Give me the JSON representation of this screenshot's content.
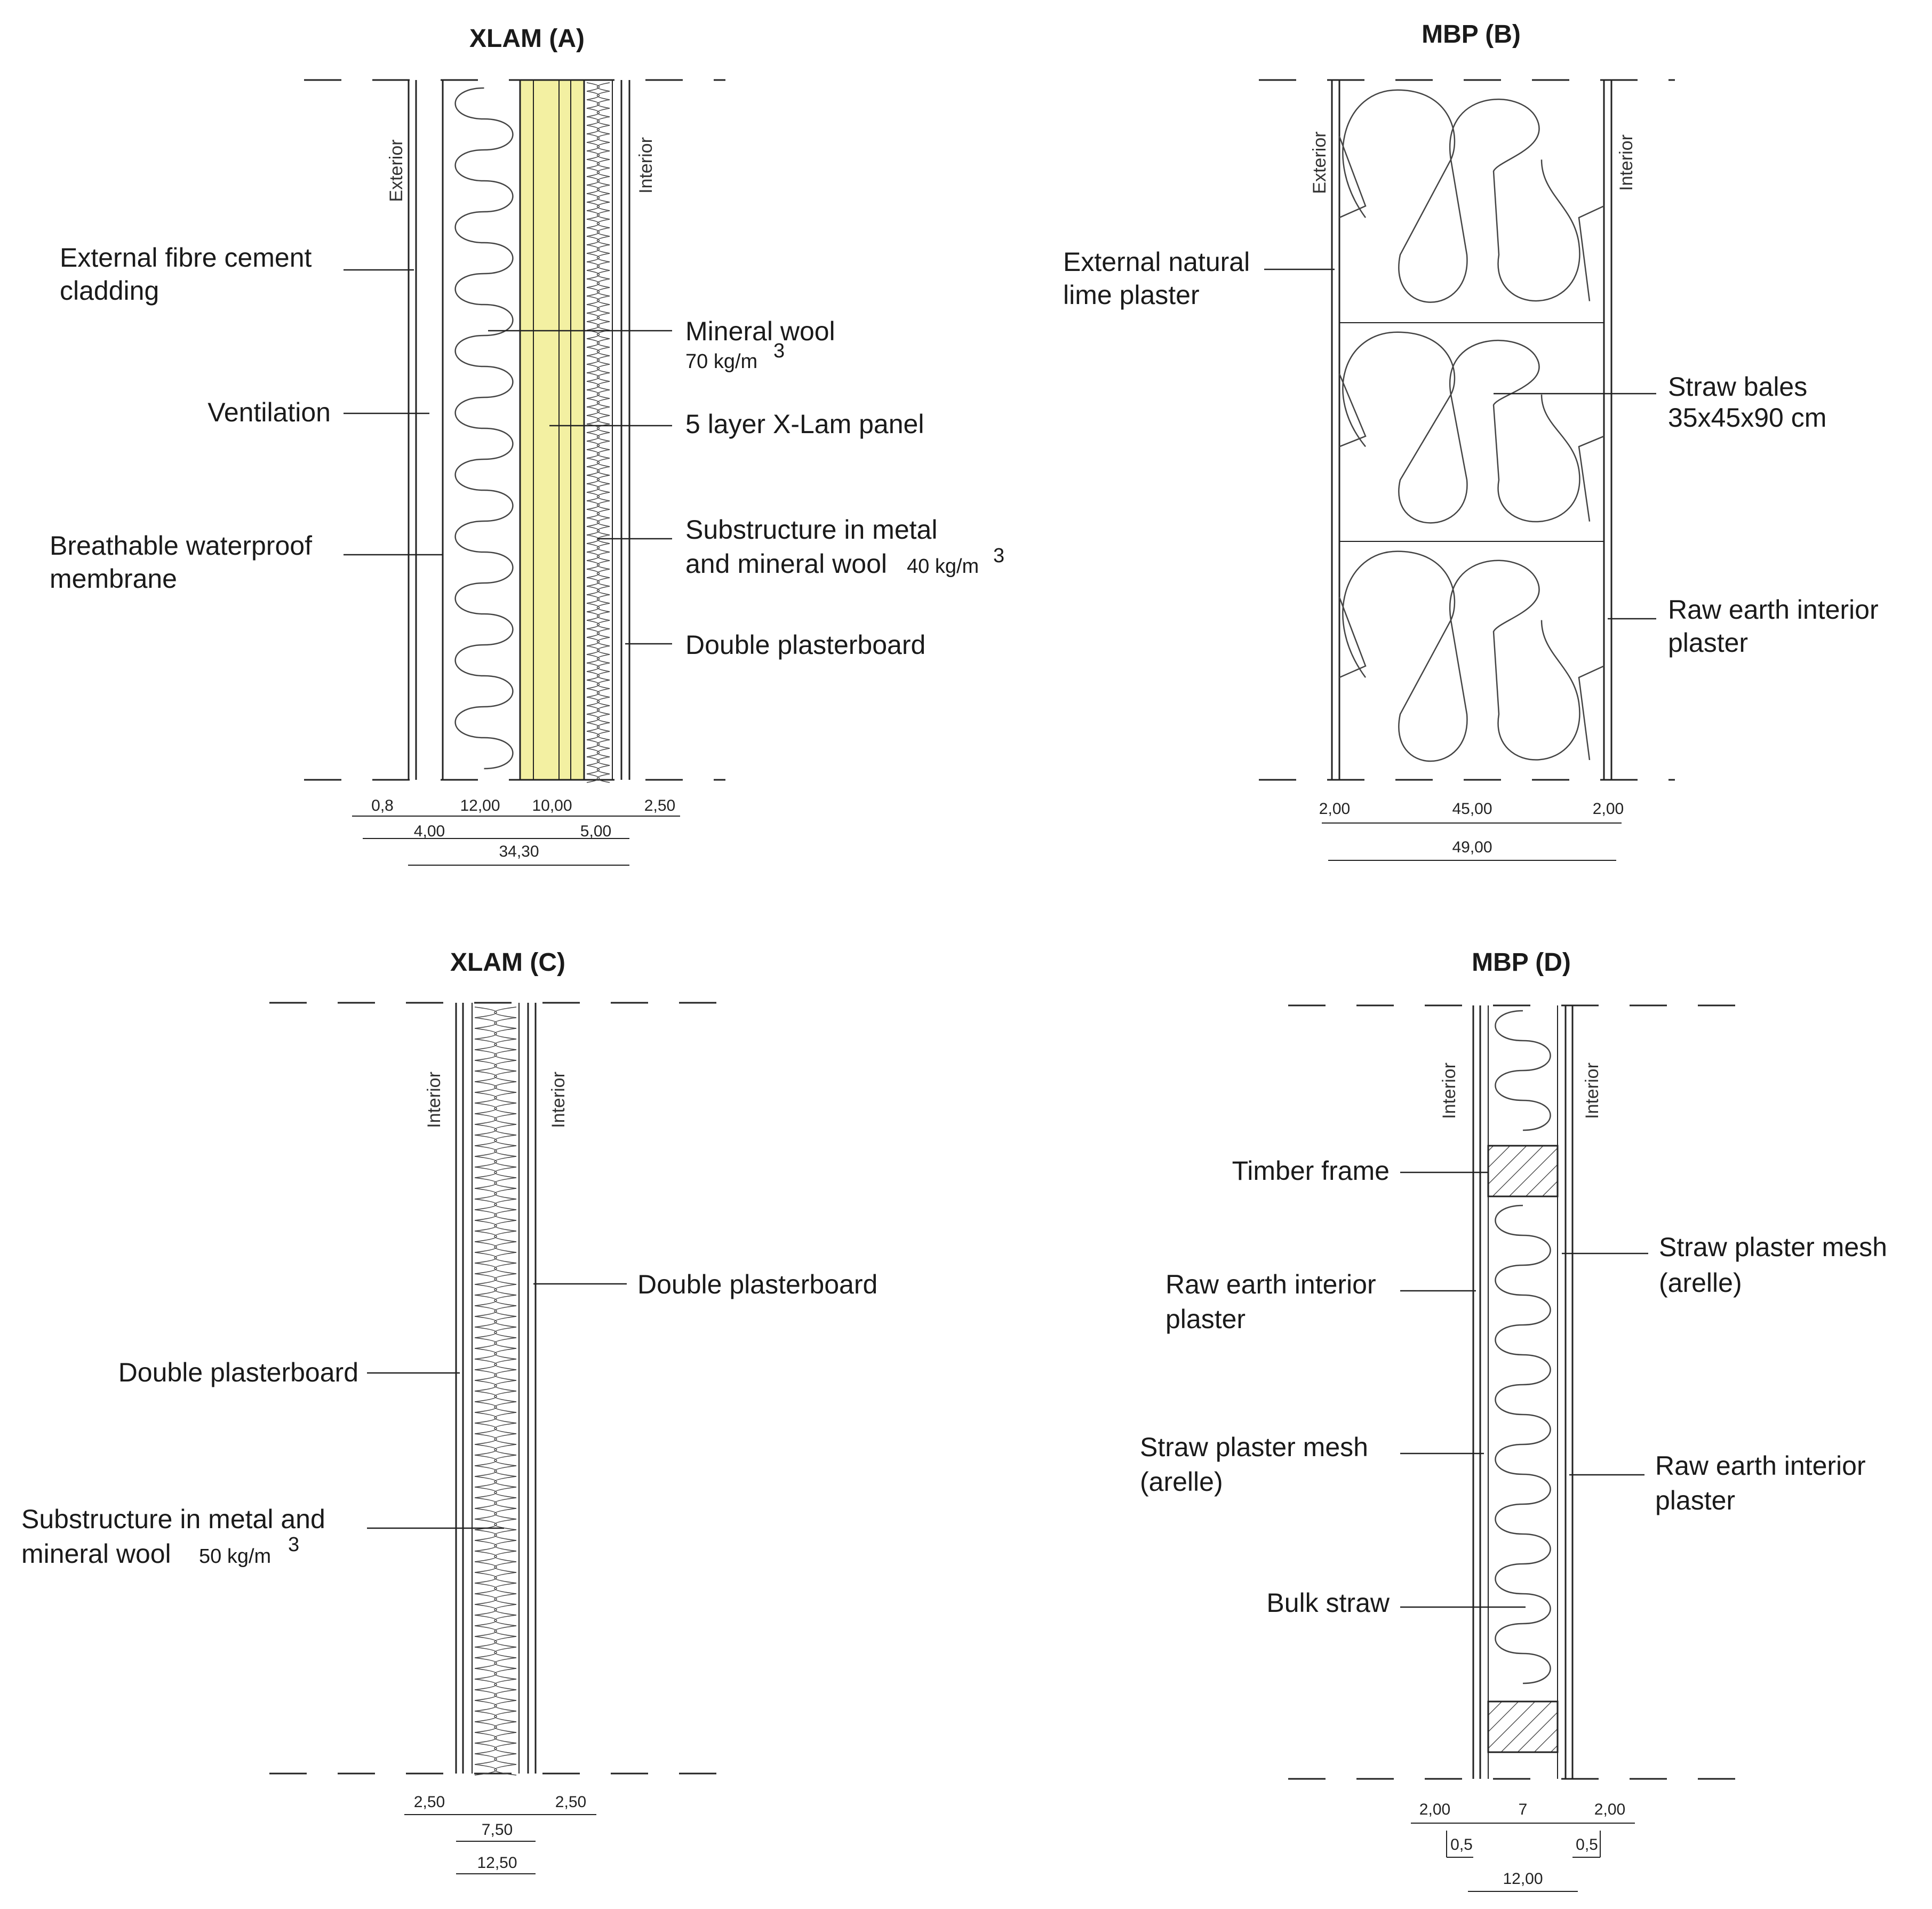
{
  "panels": {
    "a": {
      "title": "XLAM  (A)",
      "side_left": "Exterior",
      "side_right": "Interior",
      "labels": {
        "cladding_1": "External fibre cement",
        "cladding_2": "cladding",
        "ventilation": "Ventilation",
        "membrane_1": "Breathable waterproof",
        "membrane_2": "membrane",
        "wool": "Mineral wool",
        "wool_density": "70 kg/m",
        "xlam": "5 layer X-Lam panel",
        "substructure_1": "Substructure in metal",
        "substructure_2": "and mineral wool",
        "substructure_density": "40 kg/m",
        "plasterboard": "Double plasterboard"
      },
      "dims": {
        "d1": "0,8",
        "d2": "12,00",
        "d3": "10,00",
        "d4": "2,50",
        "d5": "4,00",
        "d6": "5,00",
        "total": "34,30"
      }
    },
    "b": {
      "title": "MBP (B)",
      "side_left": "Exterior",
      "side_right": "Interior",
      "labels": {
        "lime_1": "External natural",
        "lime_2": "lime plaster",
        "bales_1": "Straw bales",
        "bales_2": "35x45x90 cm",
        "earth_1": "Raw earth interior",
        "earth_2": "plaster"
      },
      "dims": {
        "d1": "2,00",
        "d2": "45,00",
        "d3": "2,00",
        "total": "49,00"
      }
    },
    "c": {
      "title": "XLAM (C)",
      "side_left": "Interior",
      "side_right": "Interior",
      "labels": {
        "plasterboard_right": "Double plasterboard",
        "plasterboard_left": "Double plasterboard",
        "substructure_1": "Substructure in metal and",
        "substructure_2": "mineral wool",
        "substructure_density": "50 kg/m"
      },
      "dims": {
        "d1": "2,50",
        "d2": "2,50",
        "d3": "7,50",
        "total": "12,50"
      }
    },
    "d": {
      "title": "MBP (D)",
      "side_left": "Interior",
      "side_right": "Interior",
      "labels": {
        "timber": "Timber frame",
        "earth_left_1": "Raw earth interior",
        "earth_left_2": "plaster",
        "mesh_left_1": "Straw plaster mesh",
        "mesh_left_2": "(arelle)",
        "straw": "Bulk straw",
        "mesh_right_1": "Straw plaster mesh",
        "mesh_right_2": "(arelle)",
        "earth_right_1": "Raw earth interior",
        "earth_right_2": "plaster"
      },
      "dims": {
        "d1": "2,00",
        "d2": "7",
        "d3": "2,00",
        "d4": "0,5",
        "d5": "0,5",
        "total": "12,00"
      }
    }
  },
  "superscript": "3",
  "colors": {
    "xlam_fill": "#f3f0a2",
    "line": "#222222",
    "hatch": "#333333"
  }
}
